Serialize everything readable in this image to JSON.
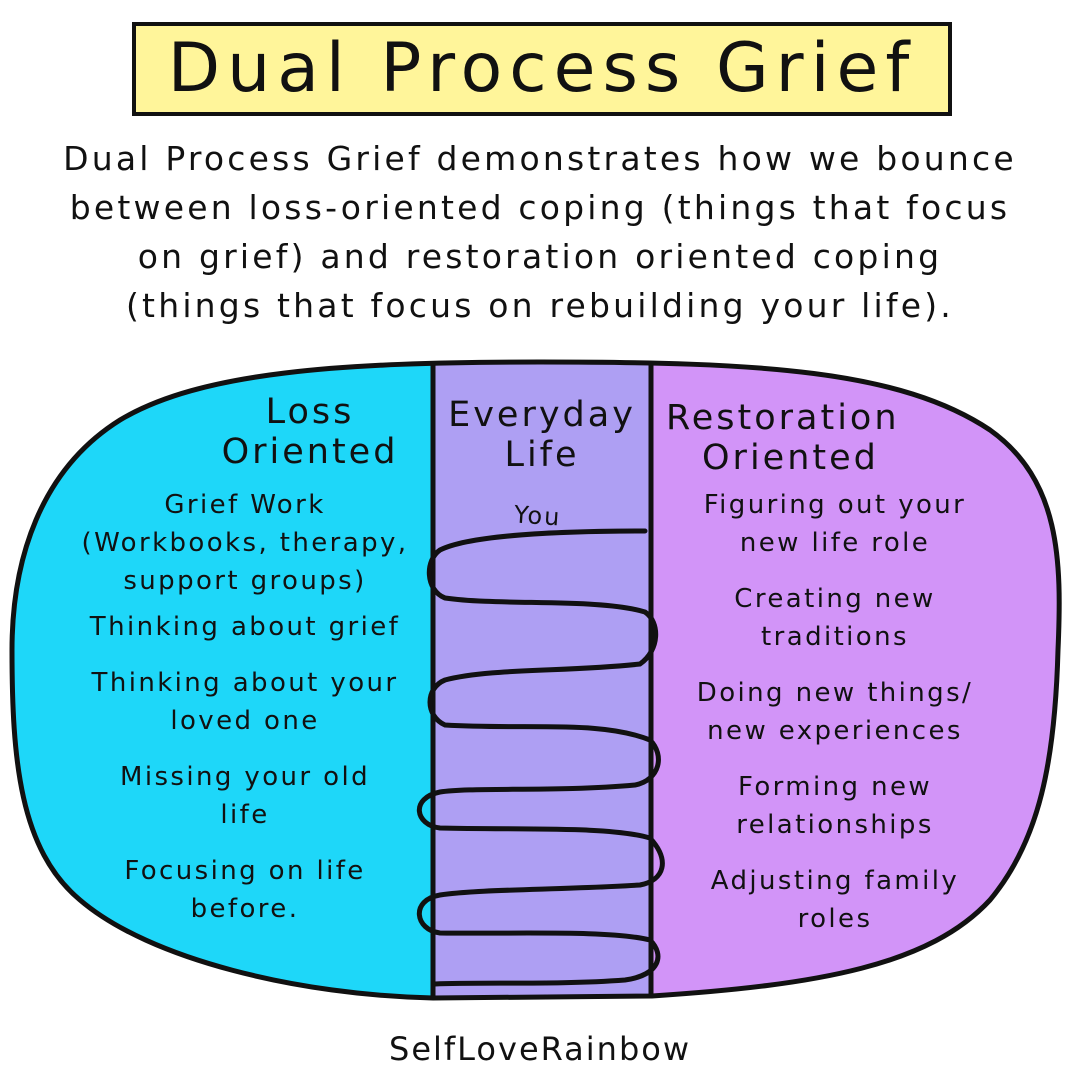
{
  "title": "Dual Process Grief",
  "intro_lines": [
    "Dual Process Grief demonstrates how we bounce",
    "between loss-oriented coping (things that focus",
    "on grief) and restoration oriented coping",
    "(things that focus on rebuilding your life)."
  ],
  "colors": {
    "title_bg": "#FFF59A",
    "loss": "#1ED7F9",
    "everyday": "#AE9FF3",
    "restoration": "#D294F8",
    "outline": "#111111"
  },
  "columns": {
    "loss": {
      "heading": [
        "Loss",
        "Oriented"
      ],
      "items": [
        [
          "Grief Work",
          "(Workbooks, therapy,",
          "support groups)"
        ],
        [
          "Thinking about grief"
        ],
        [
          "Thinking about your",
          "loved one"
        ],
        [
          "Missing your old",
          "life"
        ],
        [
          "Focusing on life",
          "before."
        ]
      ]
    },
    "everyday": {
      "heading": [
        "Everyday",
        "Life"
      ],
      "marker_label": "You"
    },
    "restoration": {
      "heading": [
        "Restoration",
        "Oriented"
      ],
      "items": [
        [
          "Figuring out your",
          "new life role"
        ],
        [
          "Creating new",
          "traditions"
        ],
        [
          "Doing new things/",
          "new experiences"
        ],
        [
          "Forming new",
          "relationships"
        ],
        [
          "Adjusting family",
          "roles"
        ]
      ]
    }
  },
  "footer": "SelfLoveRainbow"
}
